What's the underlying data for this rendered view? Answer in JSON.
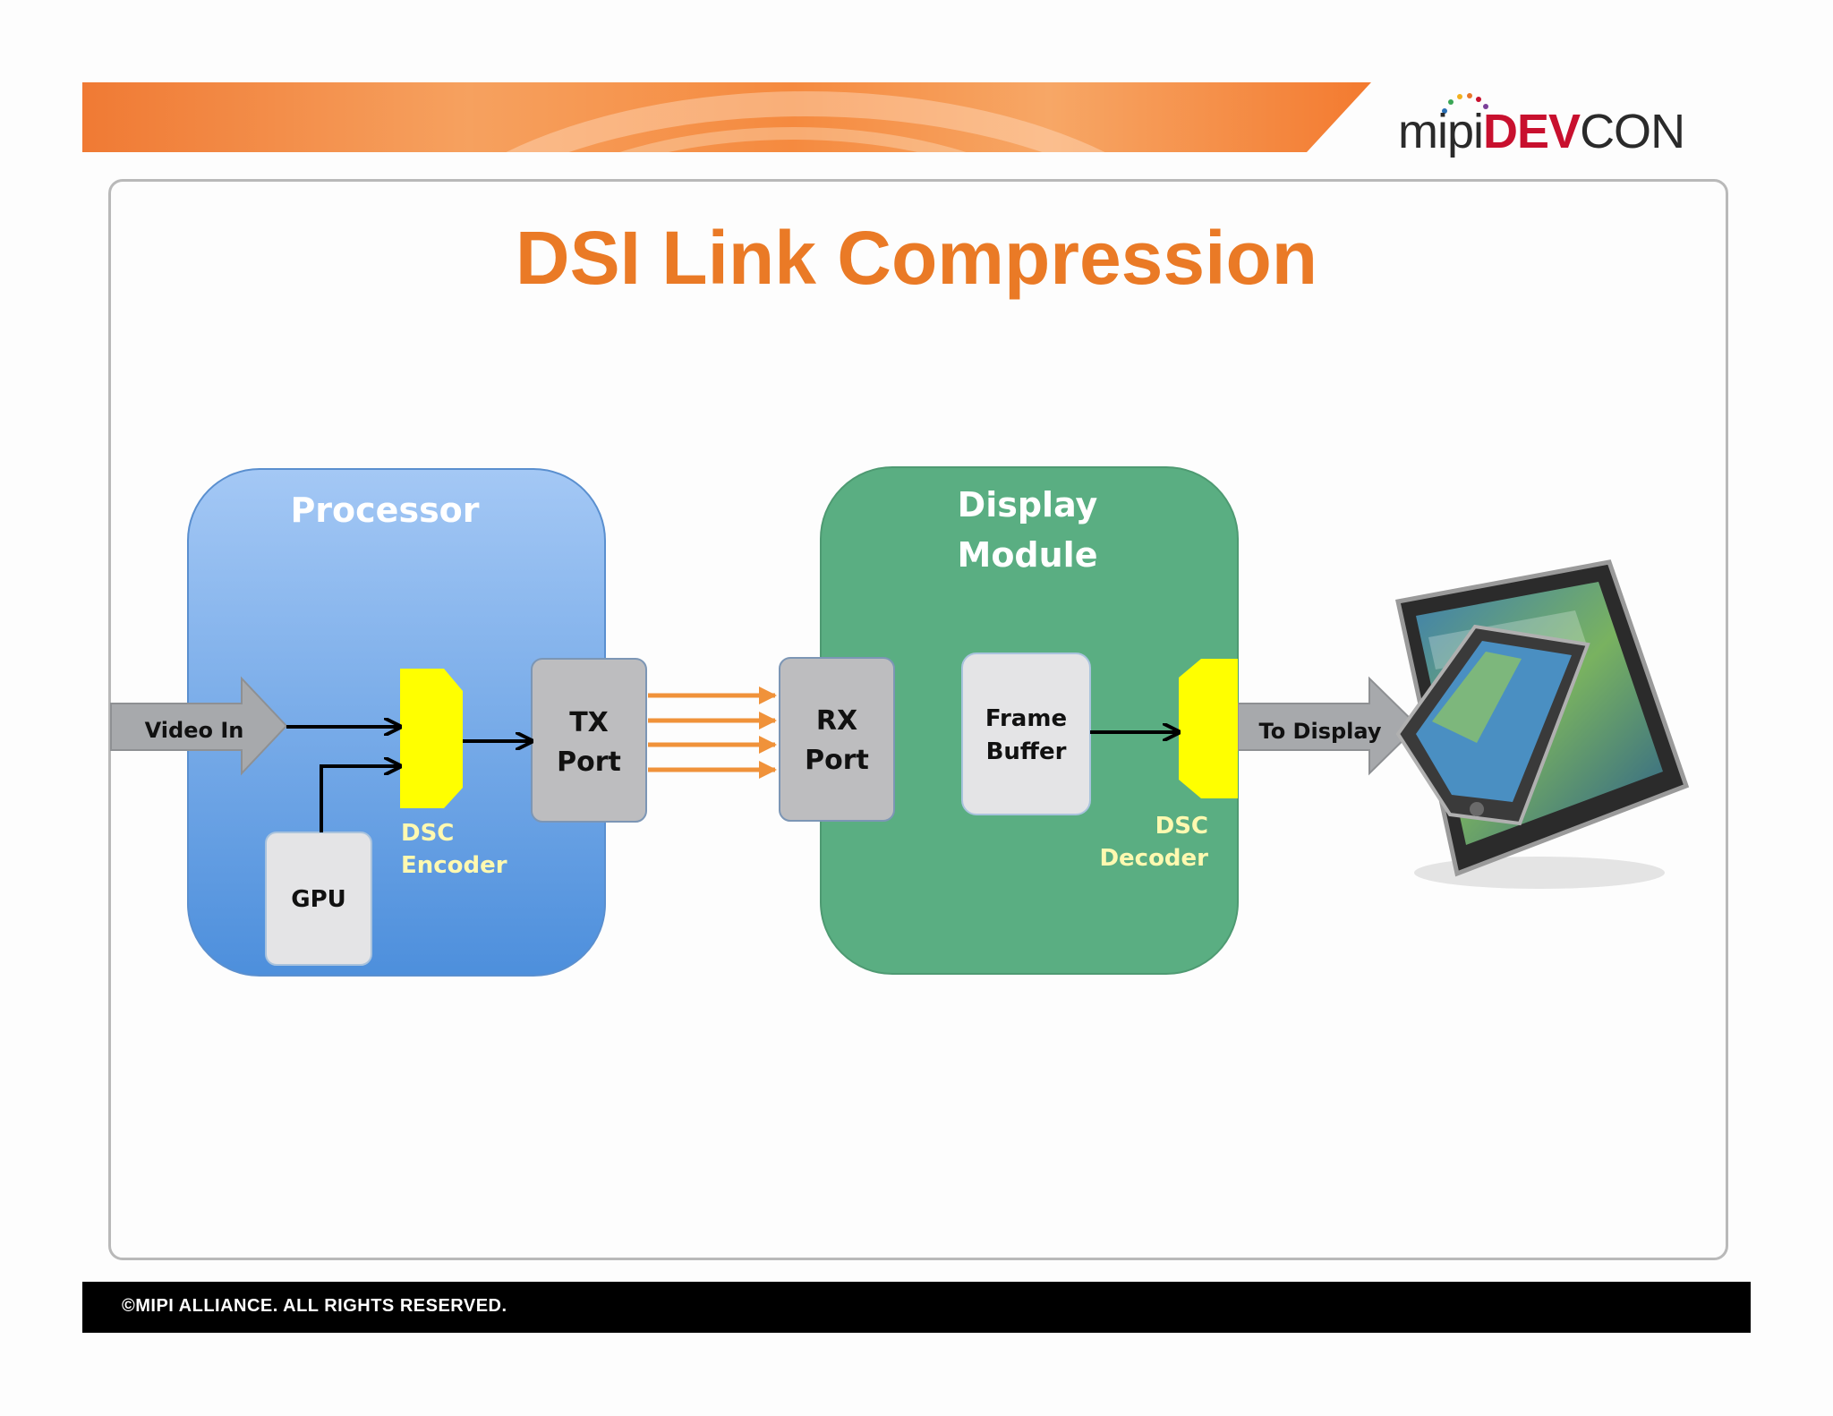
{
  "header": {
    "logo": {
      "mipi": "mipi",
      "brand_red": "DEV",
      "brand_dark": "CON"
    }
  },
  "slide": {
    "title": "DSI Link Compression"
  },
  "diagram": {
    "processor": {
      "title": "Processor",
      "gpu": "GPU",
      "encoder_label_1": "DSC",
      "encoder_label_2": "Encoder",
      "tx_1": "TX",
      "tx_2": "Port"
    },
    "display_module": {
      "title_1": "Display",
      "title_2": "Module",
      "rx_1": "RX",
      "rx_2": "Port",
      "frame_buffer_1": "Frame",
      "frame_buffer_2": "Buffer",
      "decoder_label_1": "DSC",
      "decoder_label_2": "Decoder"
    },
    "input_arrow": "Video In",
    "output_arrow": "To Display",
    "device_image": "tablet-and-phone-icon",
    "colors": {
      "processor": "#5b9be0",
      "display_module": "#5aae82",
      "codec": "#ffff00",
      "port": "#bdbdbf",
      "link": "#f0923a",
      "title": "#ea7a26"
    }
  },
  "footer": {
    "copyright": "©MIPI ALLIANCE. ALL RIGHTS RESERVED."
  }
}
